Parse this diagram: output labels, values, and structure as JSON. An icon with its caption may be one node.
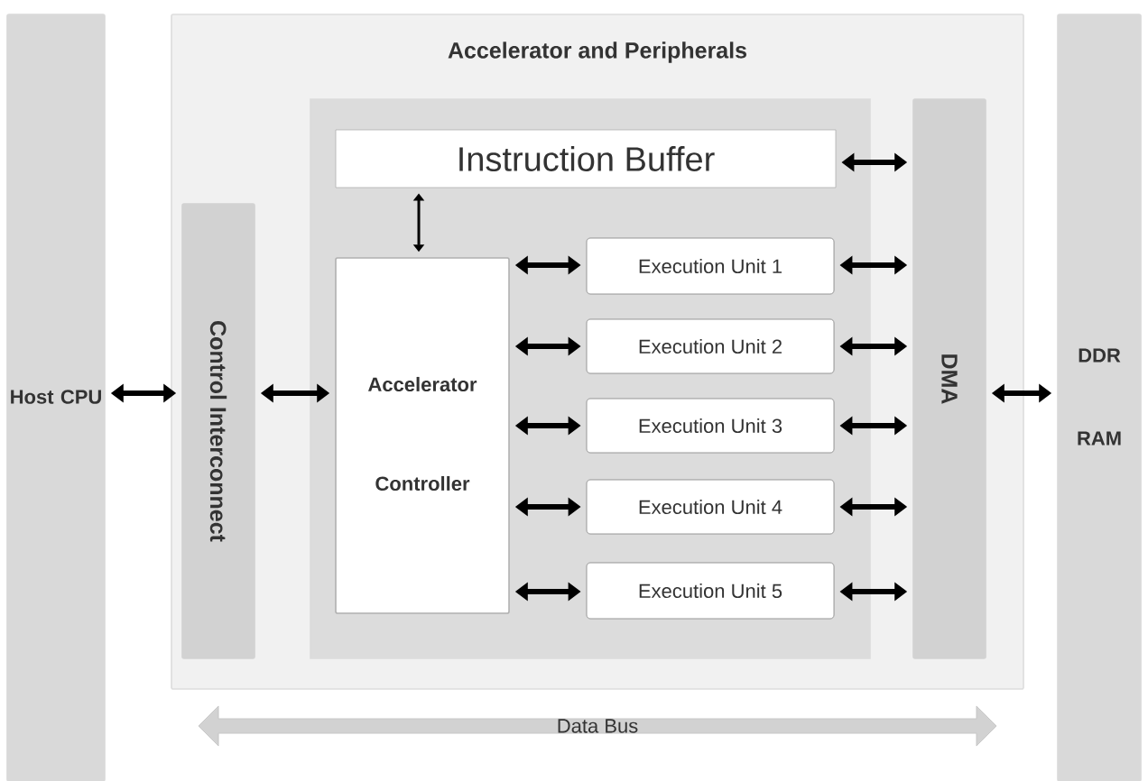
{
  "diagram": {
    "nodes": [
      {
        "text": [
          "Host CPU"
        ]
      },
      {
        "text": [
          "Accelerator and Peripherals"
        ]
      },
      {
        "text": [
          "Control Interconnect"
        ],
        "in": 1
      },
      {
        "text": [],
        "shape": "box",
        "in": 1
      },
      {
        "text": [
          "Instruction Buffer"
        ],
        "in": 3
      },
      {
        "text": [
          "Accelerator Controller"
        ],
        "in": 3
      },
      {
        "text": [
          "Execution Unit 1"
        ],
        "in": 3
      },
      {
        "text": [
          "Execution Unit 2"
        ],
        "in": 3
      },
      {
        "text": [
          "Execution Unit 3"
        ],
        "in": 3
      },
      {
        "text": [
          "Execution Unit 4"
        ],
        "in": 3
      },
      {
        "text": [
          "Execution Unit 5"
        ],
        "in": 3
      },
      {
        "text": [
          "DMA"
        ],
        "in": 1
      },
      {
        "text": [
          "DDR RAM"
        ]
      },
      {
        "text": [
          "Data Bus"
        ]
      }
    ],
    "edges": [
      {
        "from": 0,
        "to": 2,
        "arrow": "both"
      },
      {
        "from": 2,
        "to": 5,
        "arrow": "both"
      },
      {
        "from": 4,
        "to": 5,
        "arrow": "both"
      },
      {
        "from": 4,
        "to": 11,
        "arrow": "both"
      },
      {
        "from": 5,
        "to": 6,
        "arrow": "both"
      },
      {
        "from": 5,
        "to": 7,
        "arrow": "both"
      },
      {
        "from": 5,
        "to": 8,
        "arrow": "both"
      },
      {
        "from": 5,
        "to": 9,
        "arrow": "both"
      },
      {
        "from": 5,
        "to": 10,
        "arrow": "both"
      },
      {
        "from": 6,
        "to": 11,
        "arrow": "both"
      },
      {
        "from": 7,
        "to": 11,
        "arrow": "both"
      },
      {
        "from": 8,
        "to": 11,
        "arrow": "both"
      },
      {
        "from": 9,
        "to": 11,
        "arrow": "both"
      },
      {
        "from": 10,
        "to": 11,
        "arrow": "both"
      },
      {
        "from": 11,
        "to": 12,
        "arrow": "both"
      }
    ]
  }
}
